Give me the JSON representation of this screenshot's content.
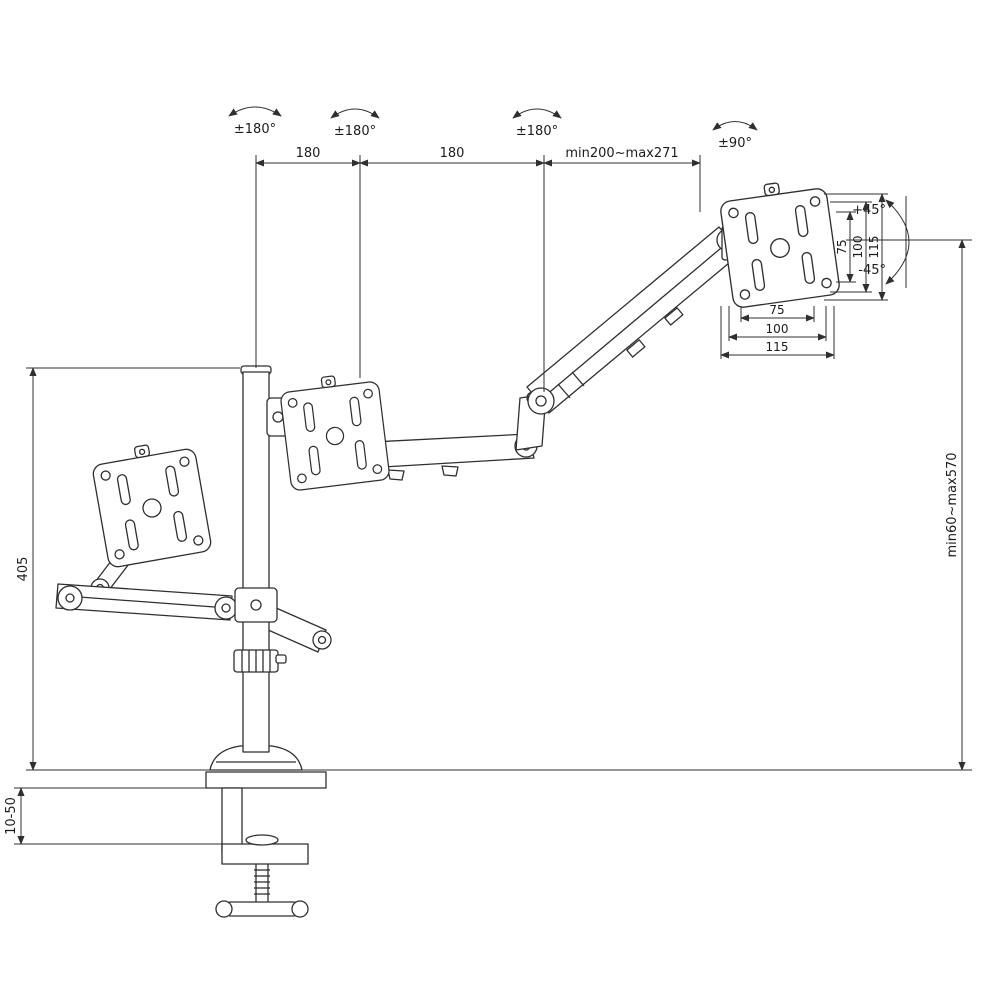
{
  "rotations": {
    "pole": "±180°",
    "joint1": "±180°",
    "joint2": "±180°",
    "head": "±90°"
  },
  "top_dims": {
    "seg1": "180",
    "seg2": "180",
    "seg3": "min200~max271"
  },
  "tilt": {
    "up": "+45°",
    "down": "-45°"
  },
  "vesa": {
    "right": {
      "d75": "75",
      "d100": "100",
      "d115": "115"
    },
    "bottom": {
      "d75": "75",
      "d100": "100",
      "d115": "115"
    }
  },
  "vertical_dims": {
    "height_range": "min60~max570",
    "pole_height": "405",
    "clamp_range": "10-50"
  }
}
